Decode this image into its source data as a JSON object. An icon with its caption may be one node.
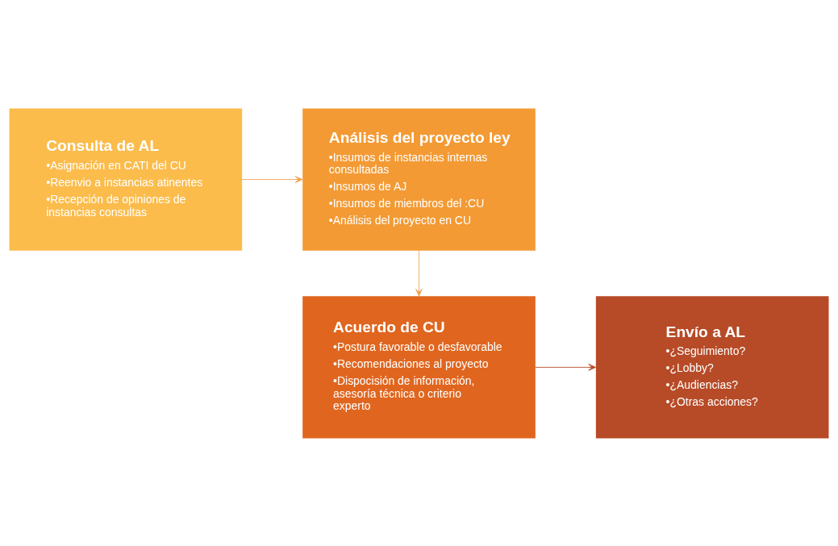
{
  "diagram": {
    "nodes": [
      {
        "text": [
          "Consulta de AL",
          "•Asignación en CATI del CU",
          "•Reenvio a instancias atinentes",
          "•Recepción de opiniones de instancias consultas"
        ]
      },
      {
        "text": [
          "Análisis del proyecto ley",
          "•Insumos de instancias internas consultadas",
          "•Insumos de AJ",
          "•Insumos de miembros del :CU",
          "•Análisis del proyecto en CU"
        ]
      },
      {
        "text": [
          "Acuerdo de CU",
          "•Postura favorable o desfavorable",
          "•Recomendaciones al proyecto",
          "•Dispocisión de información, asesoría técnica o criterio experto"
        ]
      },
      {
        "text": [
          "Envío a AL",
          "•¿Seguimiento?",
          "•¿Lobby?",
          "•¿Audiencias?",
          "•¿Otras acciones?"
        ]
      }
    ],
    "edges": [
      {
        "from": 0,
        "to": 1,
        "arrow": "to"
      },
      {
        "from": 1,
        "to": 2,
        "arrow": "to"
      },
      {
        "from": 2,
        "to": 3,
        "arrow": "to",
        "color": "#b74b27"
      }
    ]
  }
}
